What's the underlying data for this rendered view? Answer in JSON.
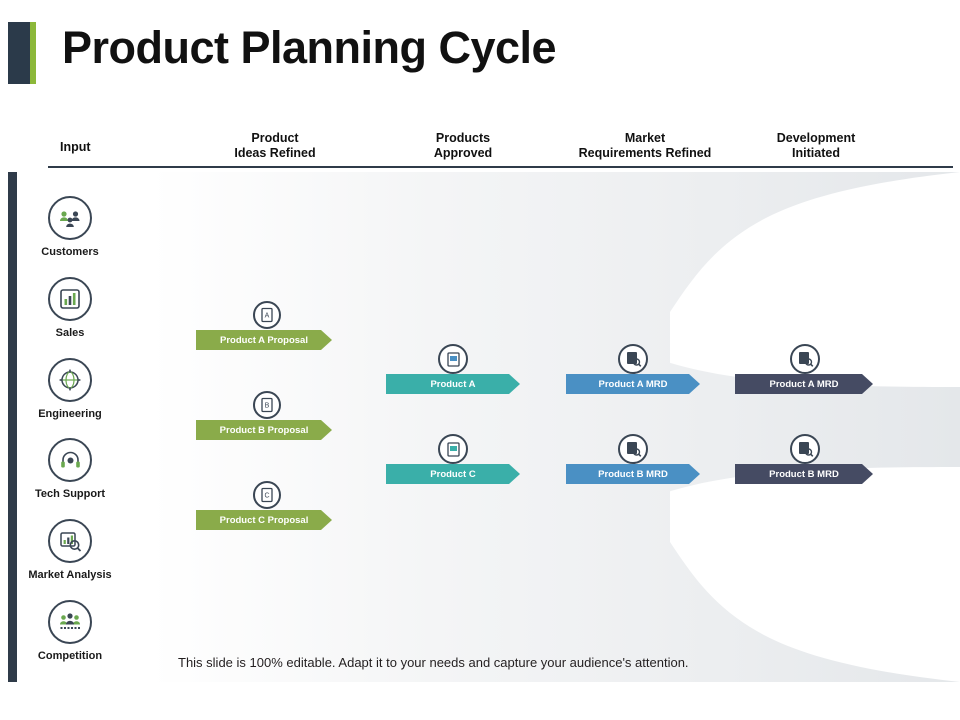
{
  "slide": {
    "title": "Product Planning Cycle",
    "footer_note": "This slide is 100% editable. Adapt it to your needs and capture your audience's attention."
  },
  "colors": {
    "accent_green": "#8cb83a",
    "dark_navy": "#2f3b49",
    "chevron_green": "#8aab4a",
    "chevron_teal": "#3aafa9",
    "chevron_blue": "#4a90c4",
    "chevron_navy": "#454b63"
  },
  "columns": [
    {
      "label": "Input",
      "line1": "Input",
      "line2": ""
    },
    {
      "label": "Product Ideas Refined",
      "line1": "Product",
      "line2": "Ideas Refined"
    },
    {
      "label": "Products Approved",
      "line1": "Products",
      "line2": "Approved"
    },
    {
      "label": "Market Requirements Refined",
      "line1": "Market",
      "line2": "Requirements Refined"
    },
    {
      "label": "Development Initiated",
      "line1": "Development",
      "line2": "Initiated"
    }
  ],
  "inputs": [
    {
      "label": "Customers",
      "icon": "customers-icon"
    },
    {
      "label": "Sales",
      "icon": "sales-chart-icon"
    },
    {
      "label": "Engineering",
      "icon": "gear-globe-icon"
    },
    {
      "label": "Tech Support",
      "icon": "headset-support-icon"
    },
    {
      "label": "Market Analysis",
      "icon": "market-analysis-icon"
    },
    {
      "label": "Competition",
      "icon": "competition-people-icon"
    }
  ],
  "stages": {
    "ideas_refined": [
      {
        "label": "Product A Proposal",
        "icon": "document-a-icon"
      },
      {
        "label": "Product B Proposal",
        "icon": "document-b-icon"
      },
      {
        "label": "Product C Proposal",
        "icon": "document-c-icon"
      }
    ],
    "products_approved": [
      {
        "label": "Product A",
        "icon": "approved-doc-icon"
      },
      {
        "label": "Product C",
        "icon": "approved-doc-icon"
      }
    ],
    "market_requirements": [
      {
        "label": "Product A MRD",
        "icon": "mrd-search-icon"
      },
      {
        "label": "Product B MRD",
        "icon": "mrd-search-icon"
      }
    ],
    "development_initiated": [
      {
        "label": "Product A MRD",
        "icon": "mrd-search-icon"
      },
      {
        "label": "Product B MRD",
        "icon": "mrd-search-icon"
      }
    ]
  }
}
